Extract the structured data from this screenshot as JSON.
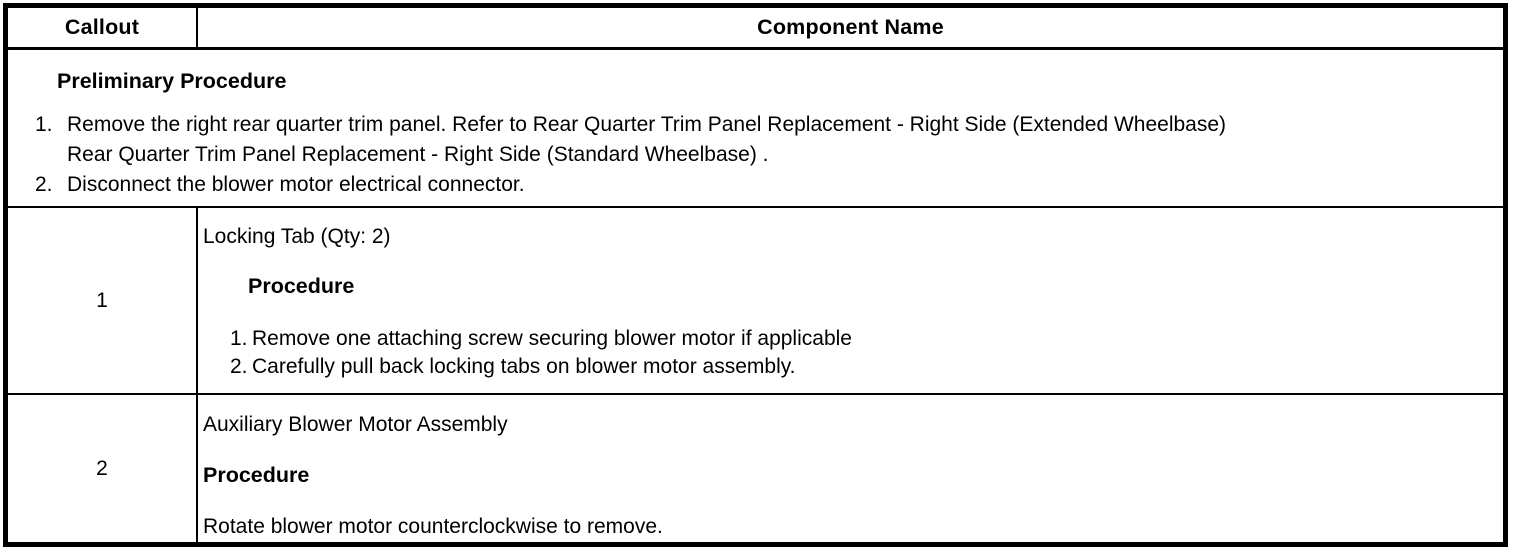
{
  "table": {
    "header": {
      "callout": "Callout",
      "component_name": "Component Name"
    },
    "preliminary": {
      "title": "Preliminary Procedure",
      "steps": [
        {
          "num": "1.",
          "text": "Remove the right rear quarter trim panel. Refer to Rear Quarter Trim Panel Replacement - Right Side (Extended Wheelbase)\nRear Quarter Trim Panel Replacement - Right Side (Standard Wheelbase) ."
        },
        {
          "num": "2.",
          "text": "Disconnect the blower motor electrical connector."
        }
      ]
    },
    "rows": [
      {
        "callout": "1",
        "component": "Locking Tab (Qty: 2)",
        "procedure_label": "Procedure",
        "steps": [
          {
            "num": "1.",
            "text": "Remove one attaching screw securing blower motor if applicable"
          },
          {
            "num": "2.",
            "text": "Carefully pull back locking tabs on blower motor assembly."
          }
        ]
      },
      {
        "callout": "2",
        "component": "Auxiliary Blower Motor Assembly",
        "procedure_label": "Procedure",
        "procedure_text": "Rotate blower motor counterclockwise to remove."
      }
    ]
  },
  "colors": {
    "border": "#000000",
    "text": "#000000",
    "background": "#ffffff"
  }
}
